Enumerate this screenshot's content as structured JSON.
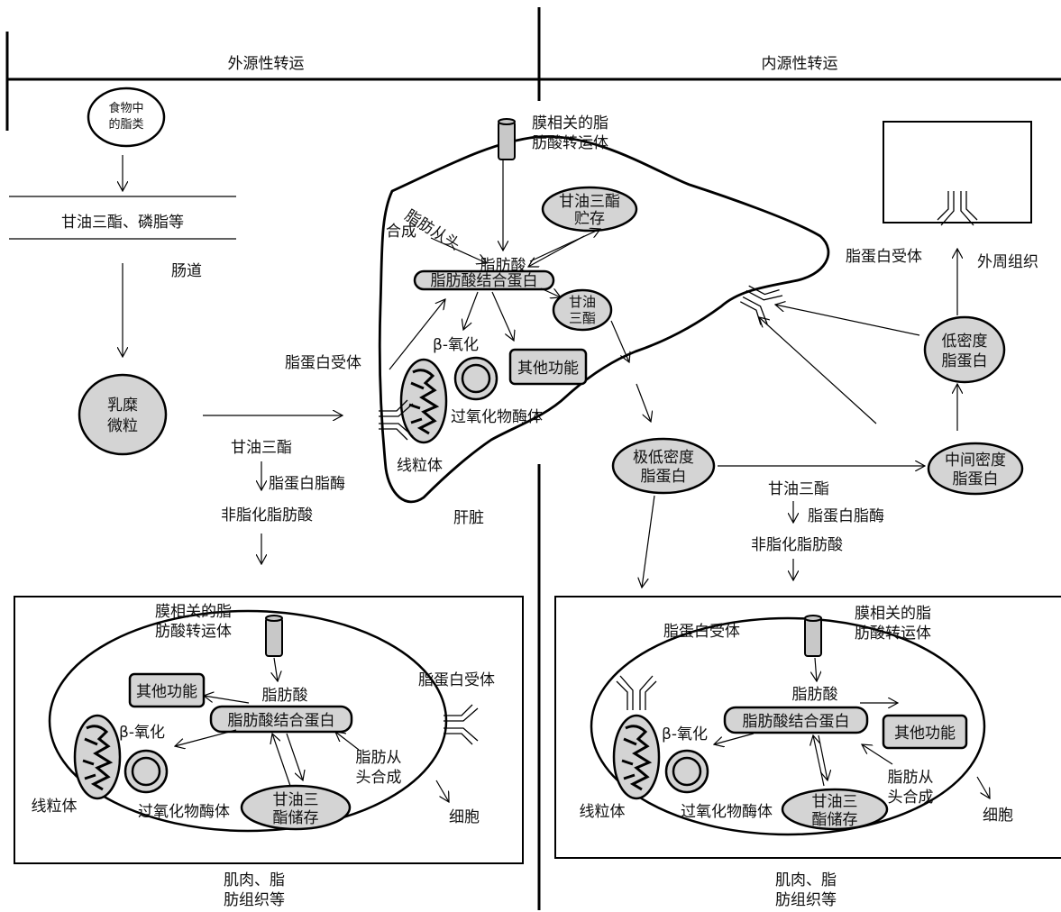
{
  "headers": {
    "exogenous": "外源性转运",
    "endogenous": "内源性转运"
  },
  "exo": {
    "food_l1": "食物中",
    "food_l2": "的脂类",
    "tg_phospholipid": "甘油三酯、磷脂等",
    "intestine": "肠道",
    "chylo_l1": "乳糜",
    "chylo_l2": "微粒",
    "tg": "甘油三酯",
    "lpl": "脂蛋白脂酶",
    "nefa": "非脂化脂肪酸"
  },
  "liver": {
    "transporter_l1": "膜相关的脂",
    "transporter_l2": "肪酸转运体",
    "tg_storage_l1": "甘油三酯",
    "tg_storage_l2": "贮存",
    "denovo_l1": "脂肪从头",
    "denovo_l2": "合成",
    "fa": "脂肪酸",
    "fabp": "脂肪酸结合蛋白",
    "tg_l1": "甘油",
    "tg_l2": "三酯",
    "beta_ox": "β-氧化",
    "other": "其他功能",
    "peroxisome": "过氧化物酶体",
    "mito": "线粒体",
    "receptor": "脂蛋白受体",
    "name": "肝脏"
  },
  "endo": {
    "periph_receptor": "脂蛋白受体",
    "periph_tissue": "外周组织",
    "ldl_l1": "低密度",
    "ldl_l2": "脂蛋白",
    "vldl_l1": "极低密度",
    "vldl_l2": "脂蛋白",
    "idl_l1": "中间密度",
    "idl_l2": "脂蛋白",
    "tg": "甘油三酯",
    "lpl": "脂蛋白脂酶",
    "nefa": "非脂化脂肪酸"
  },
  "cell_left": {
    "transporter_l1": "膜相关的脂",
    "transporter_l2": "肪酸转运体",
    "other": "其他功能",
    "fa": "脂肪酸",
    "fabp": "脂肪酸结合蛋白",
    "beta_ox": "β-氧化",
    "denovo_l1": "脂肪从",
    "denovo_l2": "头合成",
    "mito": "线粒体",
    "peroxisome": "过氧化物酶体",
    "tg_storage_l1": "甘油三",
    "tg_storage_l2": "酯储存",
    "receptor": "脂蛋白受体",
    "cell": "细胞",
    "tissue_l1": "肌肉、脂",
    "tissue_l2": "肪组织等"
  },
  "cell_right": {
    "transporter_l1": "膜相关的脂",
    "transporter_l2": "肪酸转运体",
    "receptor": "脂蛋白受体",
    "fa": "脂肪酸",
    "fabp": "脂肪酸结合蛋白",
    "other": "其他功能",
    "beta_ox": "β-氧化",
    "denovo_l1": "脂肪从",
    "denovo_l2": "头合成",
    "mito": "线粒体",
    "peroxisome": "过氧化物酶体",
    "tg_storage_l1": "甘油三",
    "tg_storage_l2": "酯储存",
    "cell": "细胞",
    "tissue_l1": "肌肉、脂",
    "tissue_l2": "肪组织等"
  }
}
